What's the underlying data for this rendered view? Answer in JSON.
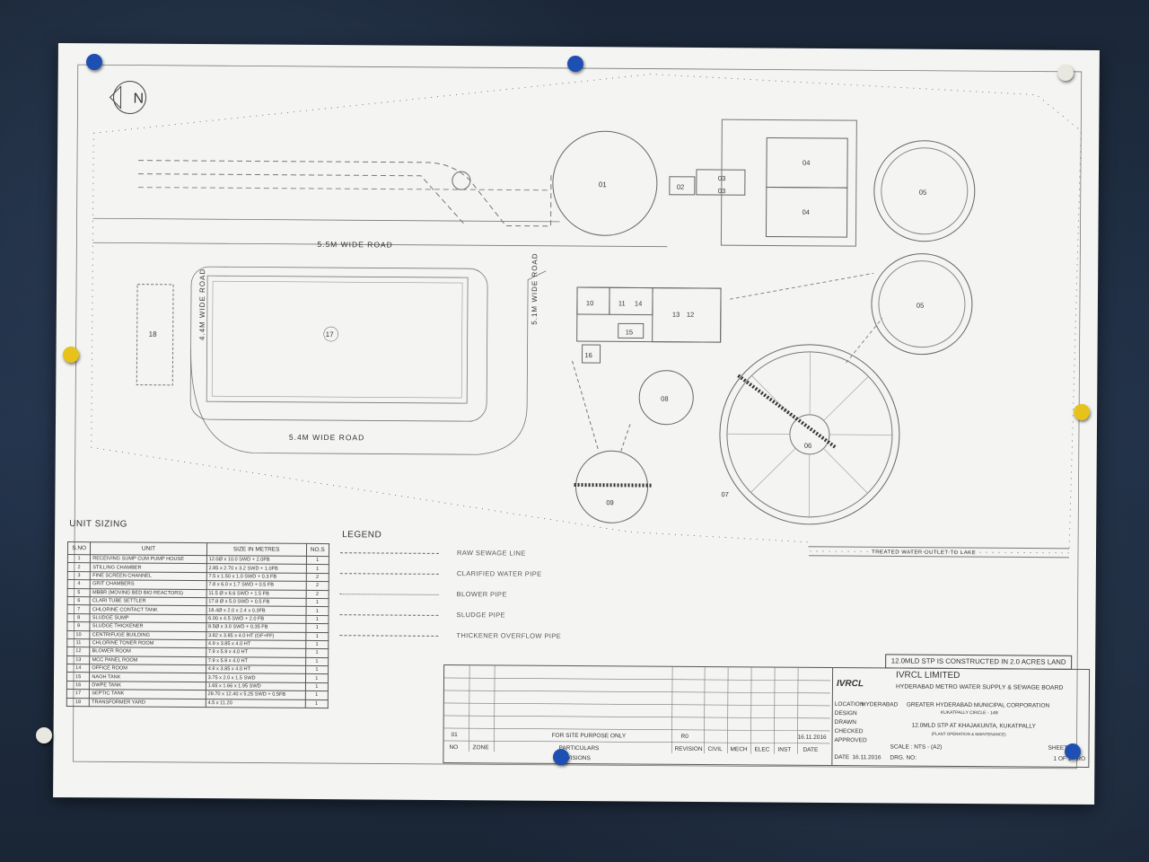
{
  "drawing": {
    "north_label": "N",
    "roads": [
      "5.5M WIDE ROAD",
      "4.4M WIDE ROAD",
      "5.1M WIDE ROAD",
      "5.4M WIDE ROAD"
    ],
    "units": [
      "01",
      "02",
      "03",
      "03",
      "04",
      "04",
      "05",
      "05",
      "06",
      "07",
      "08",
      "09",
      "10",
      "11",
      "14",
      "13",
      "12",
      "15",
      "16",
      "17",
      "18"
    ],
    "outlet_label": "TREATED WATER OUTLET TO LAKE"
  },
  "unit_sizing": {
    "title": "UNIT SIZING",
    "headers": [
      "S.NO",
      "UNIT",
      "SIZE IN METRES",
      "NO.S"
    ],
    "rows": [
      [
        "1",
        "RECEIVING SUMP CUM PUMP HOUSE",
        "12.0Ø x 10.0 SWD + 2.0FB",
        "1"
      ],
      [
        "2",
        "STILLING CHAMBER",
        "2.85 x 2.70 x 3.2 SWD + 1.0FB",
        "1"
      ],
      [
        "3",
        "FINE SCREEN CHANNEL",
        "7.5 x 1.50 x 1.0 SWD + 0.3 FB",
        "2"
      ],
      [
        "4",
        "GRIT CHAMBERS",
        "7.8 x 6.0 x 1.7 SWD + 0.5 FB",
        "2"
      ],
      [
        "5",
        "MBBR (MOVING BED BIO REACTORS)",
        "11.5 Ø x 6.6 SWD + 1.5 FB",
        "2"
      ],
      [
        "6",
        "CLARI TUBE SETTLER",
        "17.8 Ø x 5.0 SWD + 0.5 FB",
        "1"
      ],
      [
        "7",
        "CHLORINE CONTACT TANK",
        "18.4Ø x 2.0 x 2.4 x 0.3FB",
        "1"
      ],
      [
        "8",
        "SLUDGE SUMP",
        "6.00 x 4.5 SWD + 2.0 FB",
        "1"
      ],
      [
        "9",
        "SLUDGE THICKENER",
        "8.5Ø x 3.0 SWD + 0.35 FB",
        "1"
      ],
      [
        "10",
        "CENTRIFUGE BUILDING",
        "3.82 x 3.85 x 4.0 HT (GF+FF)",
        "1"
      ],
      [
        "11",
        "CHLORINE TONER ROOM",
        "4.9 x 3.85 x 4.0 HT",
        "1"
      ],
      [
        "12",
        "BLOWER ROOM",
        "7.9 x 5.9 x 4.0 HT",
        "1"
      ],
      [
        "13",
        "MCC PANEL ROOM",
        "7.9 x 5.9 x 4.0 HT",
        "1"
      ],
      [
        "14",
        "OFFICE ROOM",
        "4.9 x 3.85 x 4.0 HT",
        "1"
      ],
      [
        "15",
        "NAOH TANK",
        "3.75 x 2.0 x 1.5 SWD",
        "1"
      ],
      [
        "16",
        "DWPE TANK",
        "1.65 x 1.66 x 1.95 SWD",
        "1"
      ],
      [
        "17",
        "SEPTIC TANK",
        "29.70 x 12.40 x 5.25 SWD + 0.5FB",
        "1"
      ],
      [
        "18",
        "TRANSFORMER YARD",
        "4.5 x 11.20",
        "1"
      ]
    ]
  },
  "legend": {
    "title": "LEGEND",
    "items": [
      "RAW SEWAGE LINE",
      "CLARIFIED WATER PIPE",
      "BLOWER PIPE",
      "SLUDGE PIPE",
      "THICKENER OVERFLOW PIPE"
    ]
  },
  "note": "12.0MLD STP IS CONSTRUCTED IN 2.0 ACRES LAND",
  "title_block": {
    "rev_no": "01",
    "rev_particulars": "FOR SITE PURPOSE ONLY",
    "rev_code": "R0",
    "rev_date": "16.11.2016",
    "headers": [
      "NO",
      "ZONE",
      "PARTICULARS",
      "REVISION",
      "CIVIL",
      "MECH",
      "ELEC",
      "INST",
      "DATE"
    ],
    "revisions_label": "REVISIONS",
    "company": "IVRCL LIMITED",
    "logo_text": "IVRCL",
    "client": "HYDERABAD METRO WATER SUPPLY & SEWAGE BOARD",
    "location_label": "LOCATION",
    "location_value": "HYDERABAD",
    "design_label": "DESIGN",
    "drawn_label": "DRAWN",
    "checked_label": "CHECKED",
    "approved_label": "APPROVED",
    "date_label": "DATE",
    "date_value": "16.11.2016",
    "corp": "GREATER HYDERABAD MUNICIPAL CORPORATION",
    "circle": "KUKATPALLY CIRCLE - 14B",
    "project": "12.0MLD STP AT KHAJAKUNTA, KUKATPALLY",
    "project_sub": "(PLANT OPERATION & MAINTENANCE)",
    "scale": "SCALE : NTS - (A2)",
    "drg_no": "DRG. NO:",
    "sheet_label": "SHEET",
    "sheet_value": "1 OF 1",
    "rev_label": "RO"
  },
  "colors": {
    "paper": "#f4f5f2",
    "ink": "#555555",
    "pin_blue": "#1e4fb3",
    "pin_yellow": "#e6c21a",
    "pin_white": "#e8e8e0"
  }
}
